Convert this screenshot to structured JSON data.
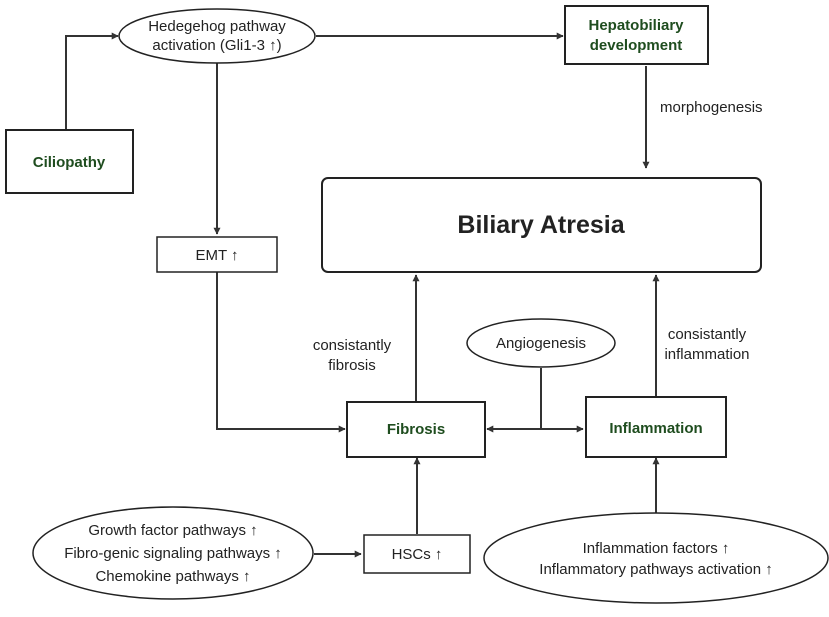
{
  "colors": {
    "line": "#333333",
    "text": "#222222",
    "accent_green": "#1f4d1f"
  },
  "nodes": {
    "hedgehog": {
      "line1": "Hedegehog pathway",
      "line2": "activation (Gli1-3 ↑)"
    },
    "hepatobiliary": {
      "line1": "Hepatobiliary",
      "line2": "development"
    },
    "ciliopathy": {
      "label": "Ciliopathy"
    },
    "biliary_atresia": {
      "label": "Biliary Atresia"
    },
    "emt": {
      "label": "EMT ↑"
    },
    "angiogenesis": {
      "label": "Angiogenesis"
    },
    "fibrosis": {
      "label": "Fibrosis"
    },
    "inflammation": {
      "label": "Inflammation"
    },
    "growth": {
      "line1": "Growth factor pathways ↑",
      "line2": "Fibro-genic signaling pathways ↑",
      "line3": "Chemokine pathways ↑"
    },
    "hscs": {
      "label": "HSCs ↑"
    },
    "inflam_factors": {
      "line1": "Inflammation factors ↑",
      "line2": "Inflammatory pathways activation ↑"
    }
  },
  "edge_labels": {
    "morphogenesis": "morphogenesis",
    "fibrosis_1": "consistantly",
    "fibrosis_2": "fibrosis",
    "inflammation_1": "consistantly",
    "inflammation_2": "inflammation"
  }
}
